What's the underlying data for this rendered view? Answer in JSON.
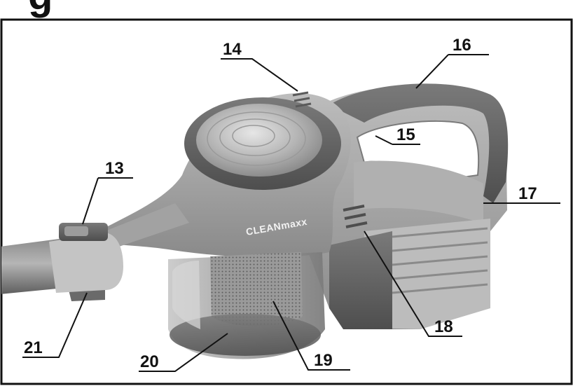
{
  "heading": "g",
  "brand": "CLEANmaxx",
  "callouts": [
    {
      "id": "c13",
      "label": "13"
    },
    {
      "id": "c14",
      "label": "14"
    },
    {
      "id": "c15",
      "label": "15"
    },
    {
      "id": "c16",
      "label": "16"
    },
    {
      "id": "c17",
      "label": "17"
    },
    {
      "id": "c18",
      "label": "18"
    },
    {
      "id": "c19",
      "label": "19"
    },
    {
      "id": "c20",
      "label": "20"
    },
    {
      "id": "c21",
      "label": "21"
    }
  ],
  "colors": {
    "body_dark": "#6a6a6a",
    "body_light": "#a9a9a9",
    "frame": "#111111",
    "background": "#ffffff"
  }
}
